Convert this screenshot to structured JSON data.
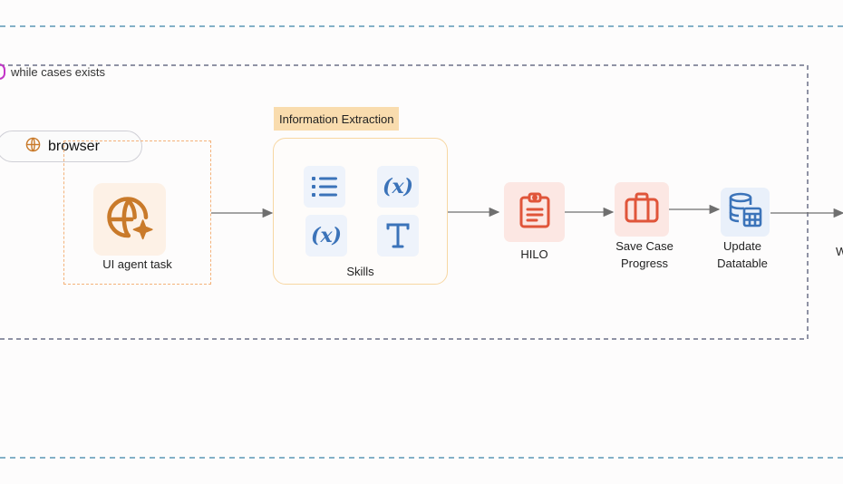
{
  "loop": {
    "label": "while cases exists"
  },
  "browser": {
    "label": "browser",
    "icon": "globe-icon"
  },
  "ui_agent": {
    "label": "UI agent task",
    "icon": "globe-sparkle-icon"
  },
  "extraction": {
    "tag": "Information Extraction",
    "skills_label": "Skills",
    "skill_icons": [
      "list-icon",
      "variable-icon",
      "variable-icon",
      "text-icon"
    ]
  },
  "nodes": {
    "hilo": {
      "label": "HILO",
      "icon": "clipboard-icon"
    },
    "save_case": {
      "label_line1": "Save Case",
      "label_line2": "Progress",
      "icon": "briefcase-icon"
    },
    "update_datatable": {
      "label_line1": "Update",
      "label_line2": "Datatable",
      "icon": "database-table-icon"
    },
    "next_partial": {
      "label": "W"
    }
  },
  "colors": {
    "outer_boundary": "#5b97b5",
    "loop_boundary": "#6b6f86",
    "loop_badge": "#c335c7",
    "orange": "#c97a2a",
    "red": "#e0553a",
    "blue": "#3b73b9",
    "tag_bg": "#f9dcae",
    "arrow": "#6f6f6f"
  }
}
